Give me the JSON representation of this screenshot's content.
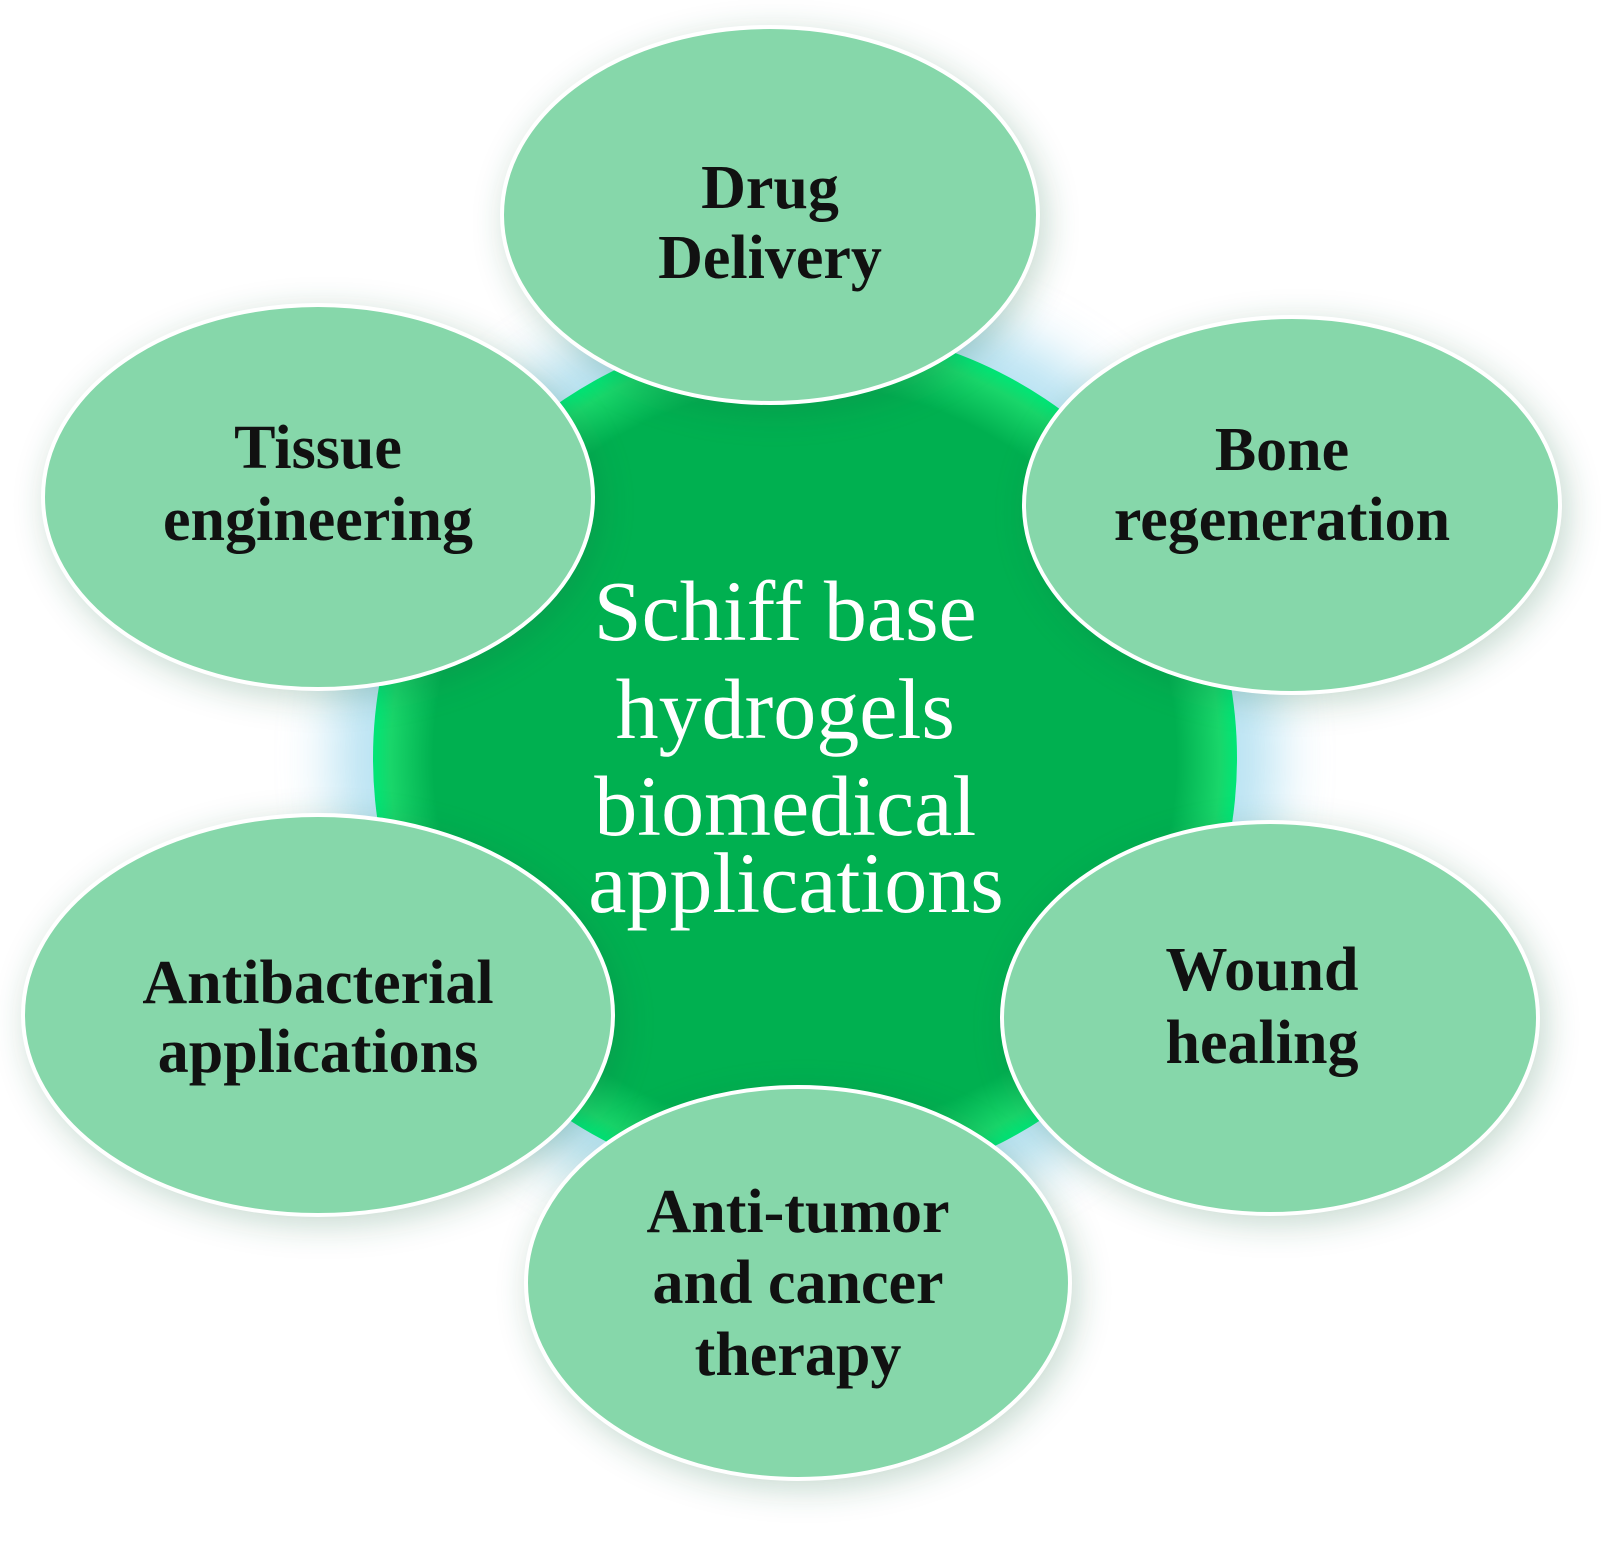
{
  "colors": {
    "hub_fill": "#00b050",
    "hub_rim": "#00e676",
    "glow": "#7ecbe8",
    "petal_fill": "#86d7aa",
    "petal_stroke": "#ffffff",
    "hub_text": "#ffffff",
    "petal_text": "#111111"
  },
  "center": {
    "lines": [
      "Schiff base",
      "hydrogels",
      "biomedical",
      "applications"
    ]
  },
  "petals": [
    {
      "id": "drug-delivery",
      "lines": [
        "Drug",
        "Delivery"
      ]
    },
    {
      "id": "bone-regeneration",
      "lines": [
        "Bone",
        "regeneration"
      ]
    },
    {
      "id": "wound-healing",
      "lines": [
        "Wound",
        "healing"
      ]
    },
    {
      "id": "anti-tumor",
      "lines": [
        "Anti-tumor",
        "and cancer",
        "therapy"
      ]
    },
    {
      "id": "antibacterial",
      "lines": [
        "Antibacterial",
        "applications"
      ]
    },
    {
      "id": "tissue-engineering",
      "lines": [
        "Tissue",
        "engineering"
      ]
    }
  ]
}
